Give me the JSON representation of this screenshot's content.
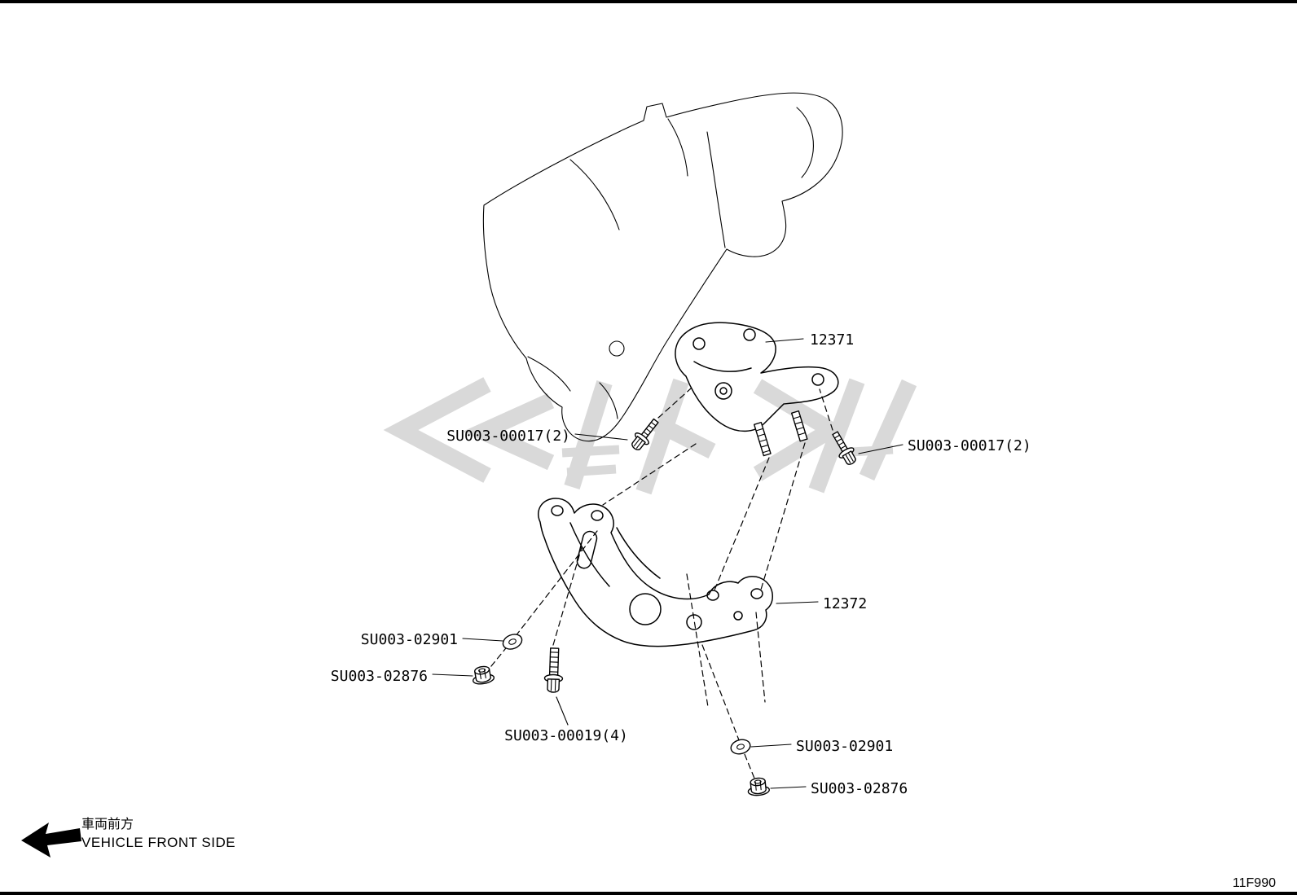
{
  "colors": {
    "line": "#000000",
    "background": "#ffffff",
    "watermark": "#c9c9c9"
  },
  "diagram": {
    "code": "11F990",
    "orientation": {
      "jp": "車両前方",
      "en": "VEHICLE FRONT SIDE"
    },
    "parts": {
      "bracket_upper": {
        "label": "12371"
      },
      "bracket_lower": {
        "label": "12372"
      },
      "bolt_upper_left": {
        "label": "SU003-00017(2)"
      },
      "bolt_upper_right": {
        "label": "SU003-00017(2)"
      },
      "washer_left": {
        "label": "SU003-02901"
      },
      "nut_left": {
        "label": "SU003-02876"
      },
      "bolt_lower": {
        "label": "SU003-00019(4)"
      },
      "washer_right": {
        "label": "SU003-02901"
      },
      "nut_right": {
        "label": "SU003-02876"
      }
    }
  }
}
